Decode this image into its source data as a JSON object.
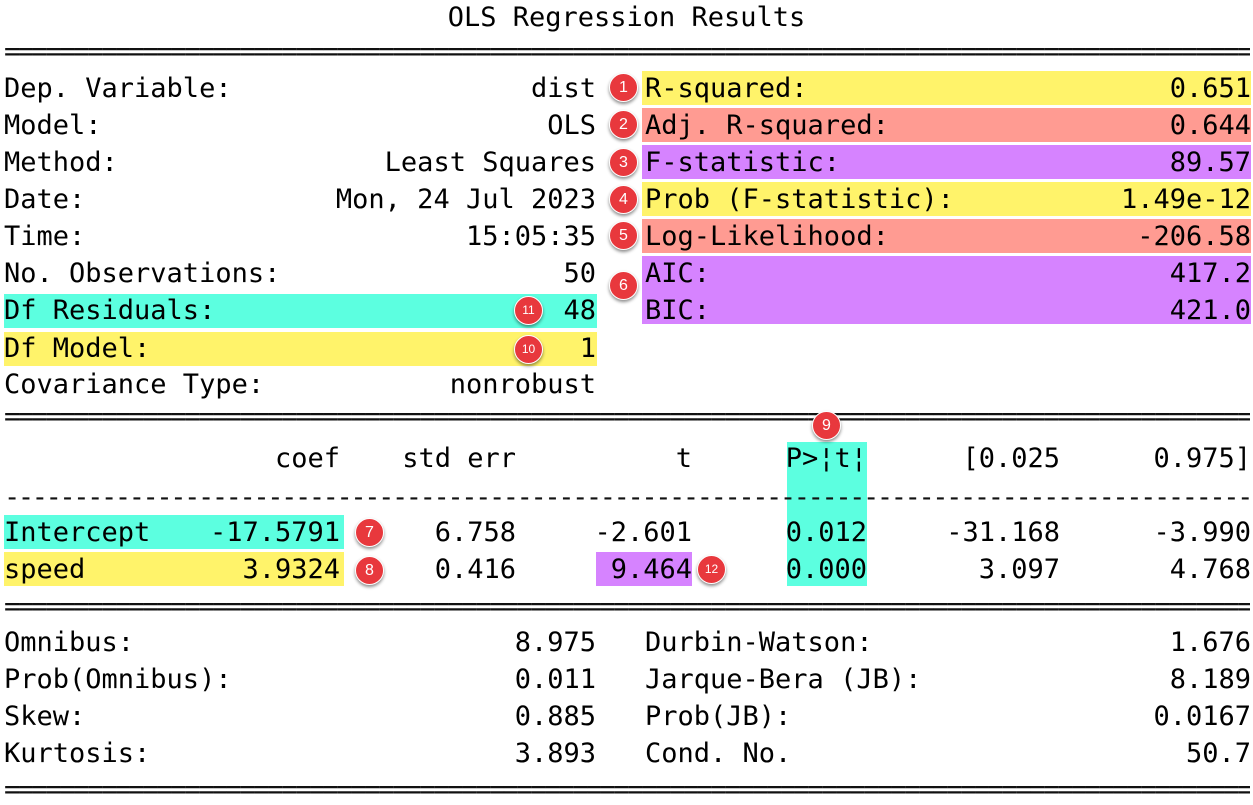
{
  "title": "OLS Regression Results",
  "separators": {
    "double": "====================================================================================================",
    "single": "----------------------------------------------------------------------------------------------------"
  },
  "colors": {
    "yellow": "#fff36a",
    "salmon": "#ff9b92",
    "purple": "#d683ff",
    "cyan": "#5cffe0",
    "badge": "#e8383d"
  },
  "summary_left": [
    {
      "label": "Dep. Variable:",
      "value": "dist"
    },
    {
      "label": "Model:",
      "value": "OLS"
    },
    {
      "label": "Method:",
      "value": "Least Squares"
    },
    {
      "label": "Date:",
      "value": "Mon, 24 Jul 2023"
    },
    {
      "label": "Time:",
      "value": "15:05:35"
    },
    {
      "label": "No. Observations:",
      "value": "50"
    },
    {
      "label": "Df Residuals:",
      "value": "48"
    },
    {
      "label": "Df Model:",
      "value": "1"
    },
    {
      "label": "Covariance Type:",
      "value": "nonrobust"
    }
  ],
  "summary_right": [
    {
      "label": "R-squared:",
      "value": "0.651"
    },
    {
      "label": "Adj. R-squared:",
      "value": "0.644"
    },
    {
      "label": "F-statistic:",
      "value": "89.57"
    },
    {
      "label": "Prob (F-statistic):",
      "value": "1.49e-12"
    },
    {
      "label": "Log-Likelihood:",
      "value": "-206.58"
    },
    {
      "label": "AIC:",
      "value": "417.2"
    },
    {
      "label": "BIC:",
      "value": "421.0"
    }
  ],
  "coef_table": {
    "headers": [
      "coef",
      "std err",
      "t",
      "P>¦t¦",
      "[0.025",
      "0.975]"
    ],
    "rows": [
      {
        "name": "Intercept",
        "values": [
          "-17.5791",
          "6.758",
          "-2.601",
          "0.012",
          "-31.168",
          "-3.990"
        ]
      },
      {
        "name": "speed",
        "values": [
          "3.9324",
          "0.416",
          "9.464",
          "0.000",
          "3.097",
          "4.768"
        ]
      }
    ]
  },
  "diagnostics_left": [
    {
      "label": "Omnibus:",
      "value": "8.975"
    },
    {
      "label": "Prob(Omnibus):",
      "value": "0.011"
    },
    {
      "label": "Skew:",
      "value": "0.885"
    },
    {
      "label": "Kurtosis:",
      "value": "3.893"
    }
  ],
  "diagnostics_right": [
    {
      "label": "Durbin-Watson:",
      "value": "1.676"
    },
    {
      "label": "Jarque-Bera (JB):",
      "value": "8.189"
    },
    {
      "label": "Prob(JB):",
      "value": "0.0167"
    },
    {
      "label": "Cond. No.",
      "value": "50.7"
    }
  ],
  "badges": [
    "1",
    "2",
    "3",
    "4",
    "5",
    "6",
    "7",
    "8",
    "9",
    "10",
    "11",
    "12"
  ]
}
